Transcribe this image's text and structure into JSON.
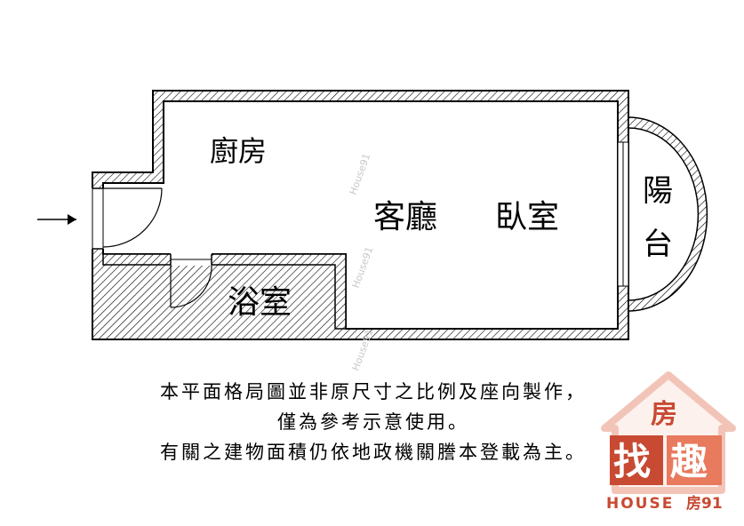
{
  "rooms": {
    "kitchen": "廚房",
    "living_bedroom_1": "客廳",
    "living_bedroom_2": "臥室",
    "bathroom": "浴室",
    "balcony_1": "陽",
    "balcony_2": "台"
  },
  "watermark": "House91",
  "notes": {
    "line1": "本平面格局圖並非原尺寸之比例及座向製作，",
    "line2": "僅為參考示意使用。",
    "line3": "有關之建物面積仍依地政機關謄本登載為主。"
  },
  "logo": {
    "char_top": "房",
    "char_left": "找",
    "char_right": "趣",
    "brand_en": "HOUSE",
    "brand_cn": "房91"
  },
  "colors": {
    "wall": "#000000",
    "logo_red": "#c84a32",
    "logo_pink": "#f2c4b8"
  }
}
